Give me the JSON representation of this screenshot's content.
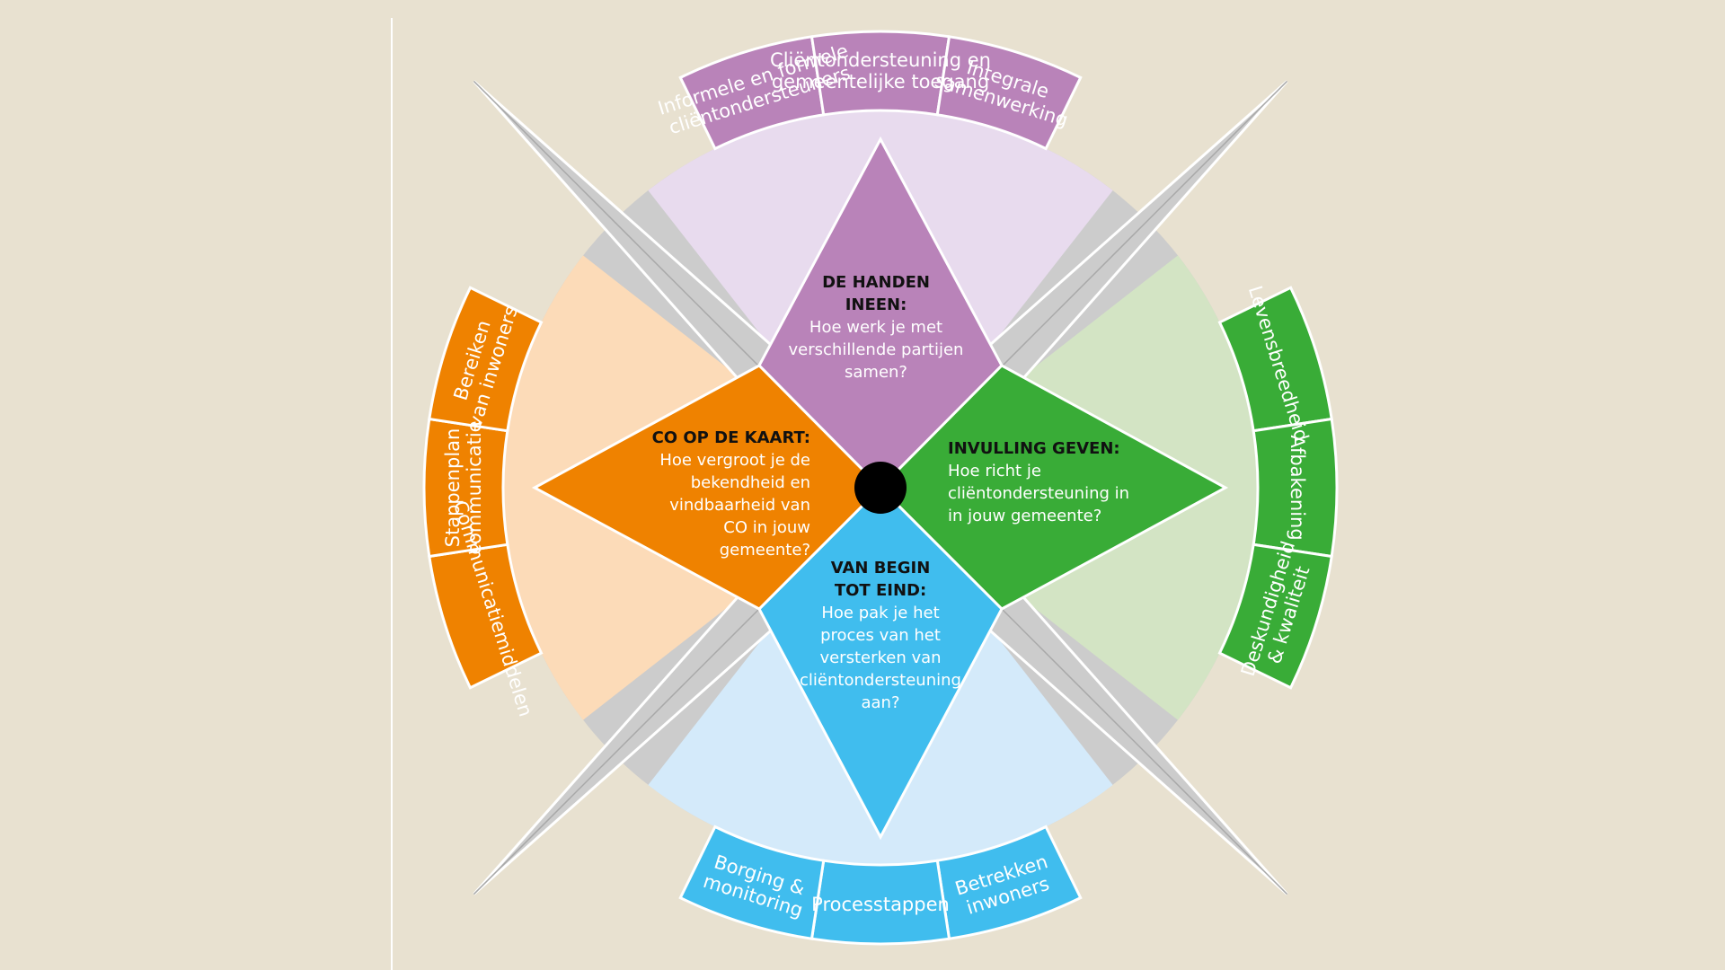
{
  "colors": {
    "background": "#e8e1d0",
    "purple": "#b983b9",
    "purple_light": "#e8dbee",
    "orange": "#ef8200",
    "orange_light": "#fcdbb8",
    "green": "#39ac37",
    "green_light": "#d3e4c4",
    "blue": "#40bdee",
    "blue_light": "#d4eafa",
    "gray": "#cccccc",
    "gray_dark": "#a8a8a8",
    "hub": "#000000",
    "white": "#ffffff"
  },
  "ring": {
    "top": [
      "Cliëntondersteuning en gemeentelijke toegang",
      "Informele en formele cliëntondersteuners",
      "Integrale samenwerking"
    ],
    "left": [
      "Communicatiemiddelen",
      "Stappenplan communicatie",
      "Bereiken van inwoners"
    ],
    "right": [
      "Levensbreedheid",
      "Afbakening",
      "Deskundigheid & kwaliteit"
    ],
    "bottom": [
      "Betrekken inwoners",
      "Processtappen",
      "Borging & monitoring"
    ]
  },
  "center": {
    "top": {
      "heading": "DE HANDEN INEEN:",
      "question": "Hoe werk je met verschillende partijen samen?"
    },
    "left": {
      "heading": "CO OP DE KAART:",
      "question": "Hoe vergroot je de bekendheid en vindbaarheid van CO in jouw gemeente?"
    },
    "right": {
      "heading": "INVULLING GEVEN:",
      "question": "Hoe richt je cliëntondersteuning in in jouw gemeente?"
    },
    "bottom": {
      "heading": "VAN BEGIN TOT EIND:",
      "question": "Hoe pak je het proces van het versterken van cliëntondersteuning aan?"
    }
  }
}
